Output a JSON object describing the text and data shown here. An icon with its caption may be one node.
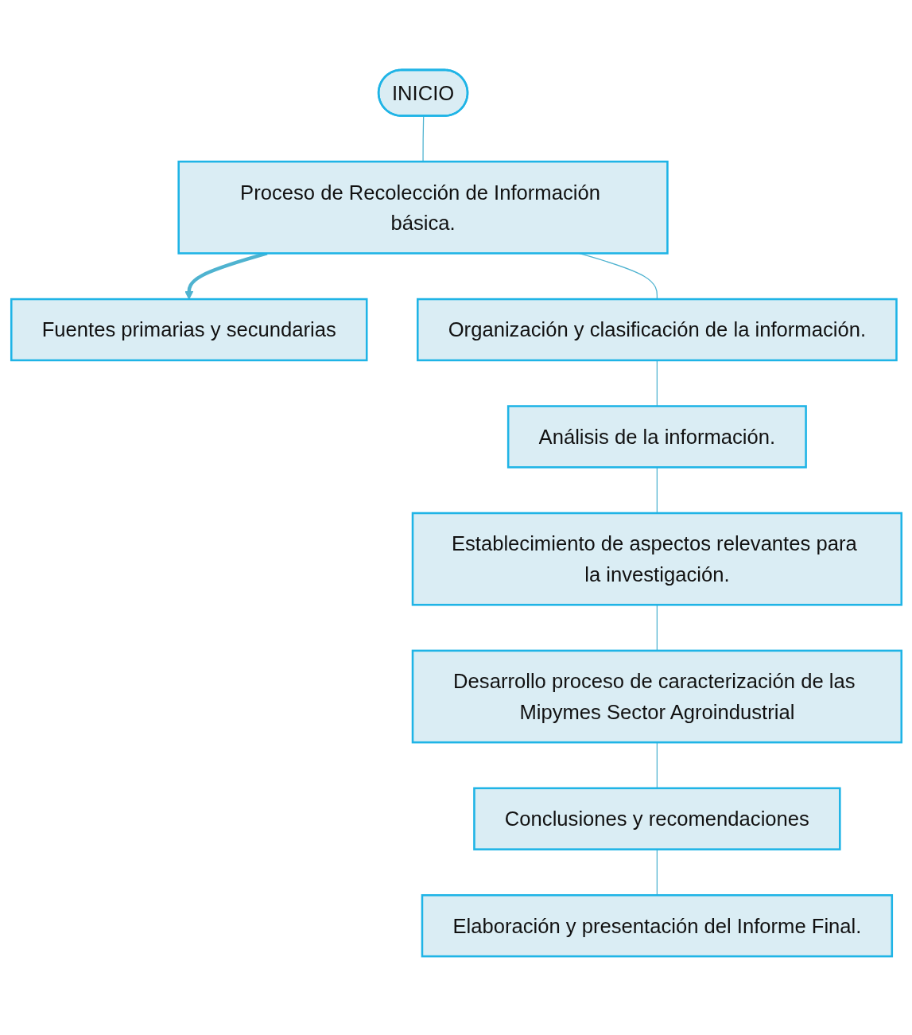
{
  "diagram": {
    "nodes": [
      {
        "text": [
          "INICIO"
        ]
      },
      {
        "text": [
          "Proceso de Recolección de Información básica."
        ]
      },
      {
        "text": [
          "Fuentes primarias y secundarias"
        ]
      },
      {
        "text": [
          "Organización y clasificación de la información."
        ]
      },
      {
        "text": [
          "Análisis de la información."
        ]
      },
      {
        "text": [
          "Establecimiento de aspectos relevantes para la investigación."
        ]
      },
      {
        "text": [
          "Desarrollo proceso de caracterización de las Mipymes Sector Agroindustrial"
        ]
      },
      {
        "text": [
          "Conclusiones y recomendaciones"
        ]
      },
      {
        "text": [
          "Elaboración y presentación del Informe Final."
        ]
      }
    ],
    "edges": [
      {
        "from": 0,
        "to": 1,
        "arrow": "none"
      },
      {
        "from": 1,
        "to": 2,
        "arrow": "to",
        "style": "thick"
      },
      {
        "from": 1,
        "to": 3,
        "arrow": "none"
      },
      {
        "from": 3,
        "to": 4,
        "arrow": "none"
      },
      {
        "from": 4,
        "to": 5,
        "arrow": "none"
      },
      {
        "from": 5,
        "to": 6,
        "arrow": "none"
      },
      {
        "from": 6,
        "to": 7,
        "arrow": "none"
      },
      {
        "from": 7,
        "to": 8,
        "arrow": "none"
      }
    ]
  }
}
